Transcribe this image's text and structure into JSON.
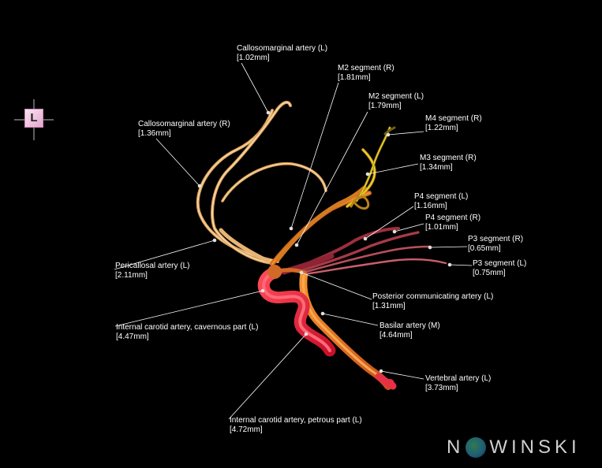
{
  "labels": [
    {
      "id": "callosomarginal-l",
      "name": "Callosomarginal artery (L)",
      "size": "[1.02mm]"
    },
    {
      "id": "callosomarginal-r",
      "name": "Callosomarginal artery (R)",
      "size": "[1.36mm]"
    },
    {
      "id": "m2-r",
      "name": "M2 segment (R)",
      "size": "[1.81mm]"
    },
    {
      "id": "m2-l",
      "name": "M2 segment (L)",
      "size": "[1.79mm]"
    },
    {
      "id": "m4-r",
      "name": "M4 segment (R)",
      "size": "[1.22mm]"
    },
    {
      "id": "m3-r",
      "name": "M3 segment (R)",
      "size": "[1.34mm]"
    },
    {
      "id": "p4-l",
      "name": "P4 segment (L)",
      "size": "[1.16mm]"
    },
    {
      "id": "p4-r",
      "name": "P4 segment (R)",
      "size": "[1.01mm]"
    },
    {
      "id": "p3-r",
      "name": "P3 segment (R)",
      "size": "[0.65mm]"
    },
    {
      "id": "p3-l",
      "name": "P3 segment (L)",
      "size": "[0.75mm]"
    },
    {
      "id": "pericallosal-l",
      "name": "Pericallosal artery (L)",
      "size": "[2.11mm]"
    },
    {
      "id": "pcom-l",
      "name": "Posterior communicating artery (L)",
      "size": "[1.31mm]"
    },
    {
      "id": "ica-cavernous-l",
      "name": "Internal carotid artery, cavernous part (L)",
      "size": "[4.47mm]"
    },
    {
      "id": "basilar-m",
      "name": "Basilar artery (M)",
      "size": "[4.64mm]"
    },
    {
      "id": "vertebral-l",
      "name": "Vertebral artery (L)",
      "size": "[3.73mm]"
    },
    {
      "id": "ica-petrous-l",
      "name": "Internal carotid artery, petrous part (L)",
      "size": "[4.72mm]"
    }
  ],
  "orientation": {
    "letter": "L"
  },
  "logo": {
    "text_left": "N",
    "text_right": "WINSKI"
  },
  "colors": {
    "background": "#000000",
    "label_text": "#ffffff",
    "leader_line": "#ffffff",
    "ica": "#e8253a",
    "basilar": "#e8731c",
    "callosal": "#efc383",
    "m_segment": "#d8b818",
    "posterior": "#b8404c"
  }
}
